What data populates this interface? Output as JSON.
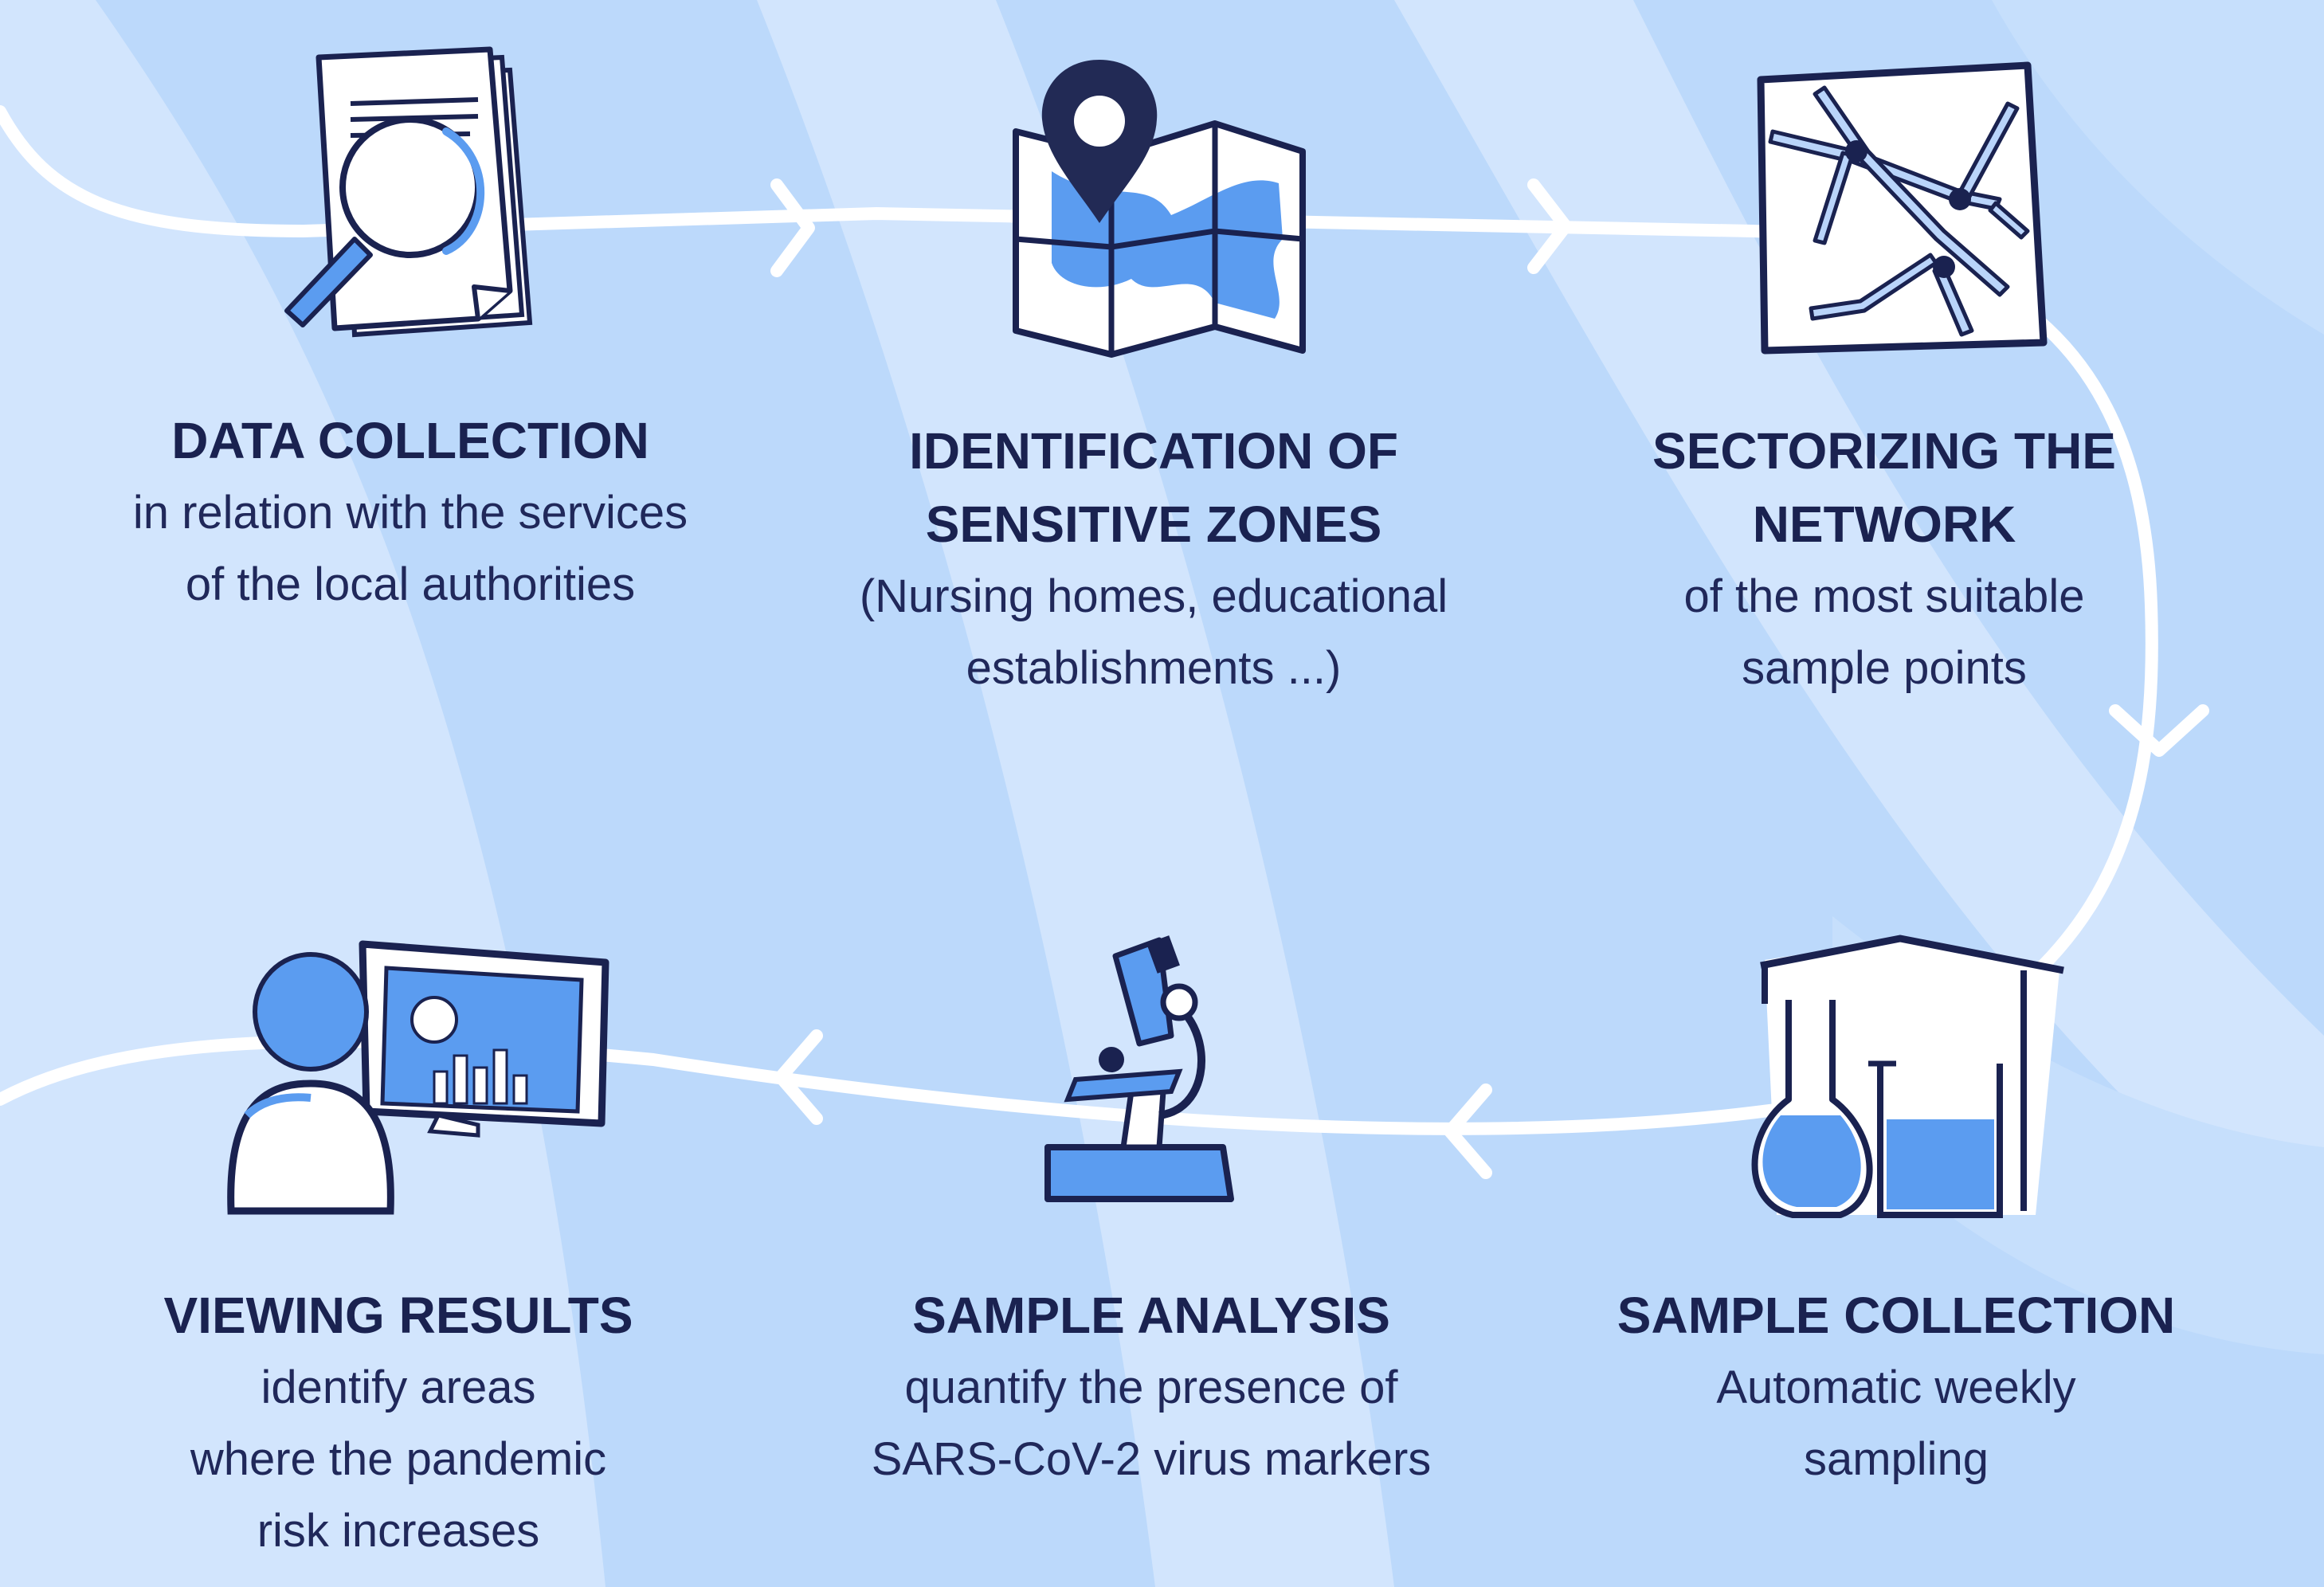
{
  "colors": {
    "background_light": "#d2e5fd",
    "background_mid": "#bcd9fb",
    "accent_blue": "#5b9cf0",
    "ink_navy": "#1a2250",
    "path_white": "#ffffff"
  },
  "steps": [
    {
      "icon": "documents-magnifier-icon",
      "title_lines": [
        "DATA COLLECTION"
      ],
      "desc_lines": [
        "in relation with the services",
        "of the local authorities"
      ]
    },
    {
      "icon": "map-pin-icon",
      "title_lines": [
        "IDENTIFICATION OF",
        "SENSITIVE ZONES"
      ],
      "desc_lines": [
        "(Nursing homes, educational",
        "establishments ...)"
      ]
    },
    {
      "icon": "pipe-network-icon",
      "title_lines": [
        "SECTORIZING THE",
        "NETWORK"
      ],
      "desc_lines": [
        "of the most suitable",
        "sample points"
      ]
    },
    {
      "icon": "lab-flasks-icon",
      "title_lines": [
        "SAMPLE COLLECTION"
      ],
      "desc_lines": [
        "Automatic weekly",
        "sampling"
      ]
    },
    {
      "icon": "microscope-icon",
      "title_lines": [
        "SAMPLE ANALYSIS"
      ],
      "desc_lines": [
        "quantify the presence of",
        "SARS-CoV-2 virus markers"
      ]
    },
    {
      "icon": "monitor-user-icon",
      "title_lines": [
        "VIEWING RESULTS"
      ],
      "desc_lines": [
        "identify areas",
        "where the pandemic",
        "risk increases"
      ]
    }
  ]
}
